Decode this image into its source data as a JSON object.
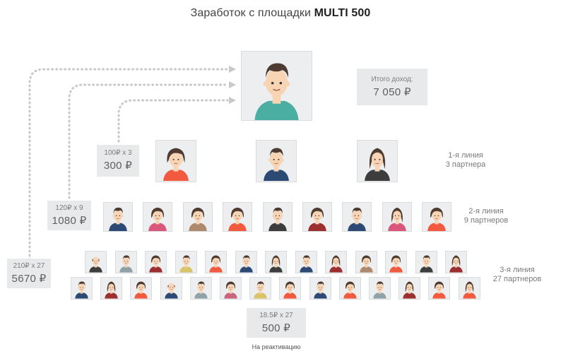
{
  "title": {
    "prefix": "Заработок с площадки",
    "brand": "MULTI 500"
  },
  "total": {
    "label": "Итого доход:",
    "value": "7 050 ₽"
  },
  "levels": [
    {
      "name": "1-я линия",
      "partners": "3 партнера",
      "formula": "100₽ x 3",
      "amount": "300 ₽"
    },
    {
      "name": "2-я линия",
      "partners": "9 партнеров",
      "formula": "120₽ x 9",
      "amount": "1080 ₽"
    },
    {
      "name": "3-я линия",
      "partners": "27 партнеров",
      "formula": "210₽ x 27",
      "amount": "5670 ₽"
    }
  ],
  "reactivation": {
    "formula": "18.5₽ x 27",
    "amount": "500 ₽",
    "label": "На реактивацию"
  },
  "colors": {
    "skin": "#f6d4b4",
    "hair": "#4e3b31",
    "tile": "#eceef0",
    "box": "#e8e9ea",
    "shirts": {
      "teal": "#4aaea2",
      "red": "#f15a3e",
      "navy": "#2c4a74",
      "dark": "#3d3d3d",
      "pink": "#d9577a",
      "grey": "#8fa2a8",
      "maroon": "#9c2f2f",
      "mustard": "#d9c36b",
      "brown": "#ad8a6d",
      "plum": "#c9647d"
    }
  }
}
